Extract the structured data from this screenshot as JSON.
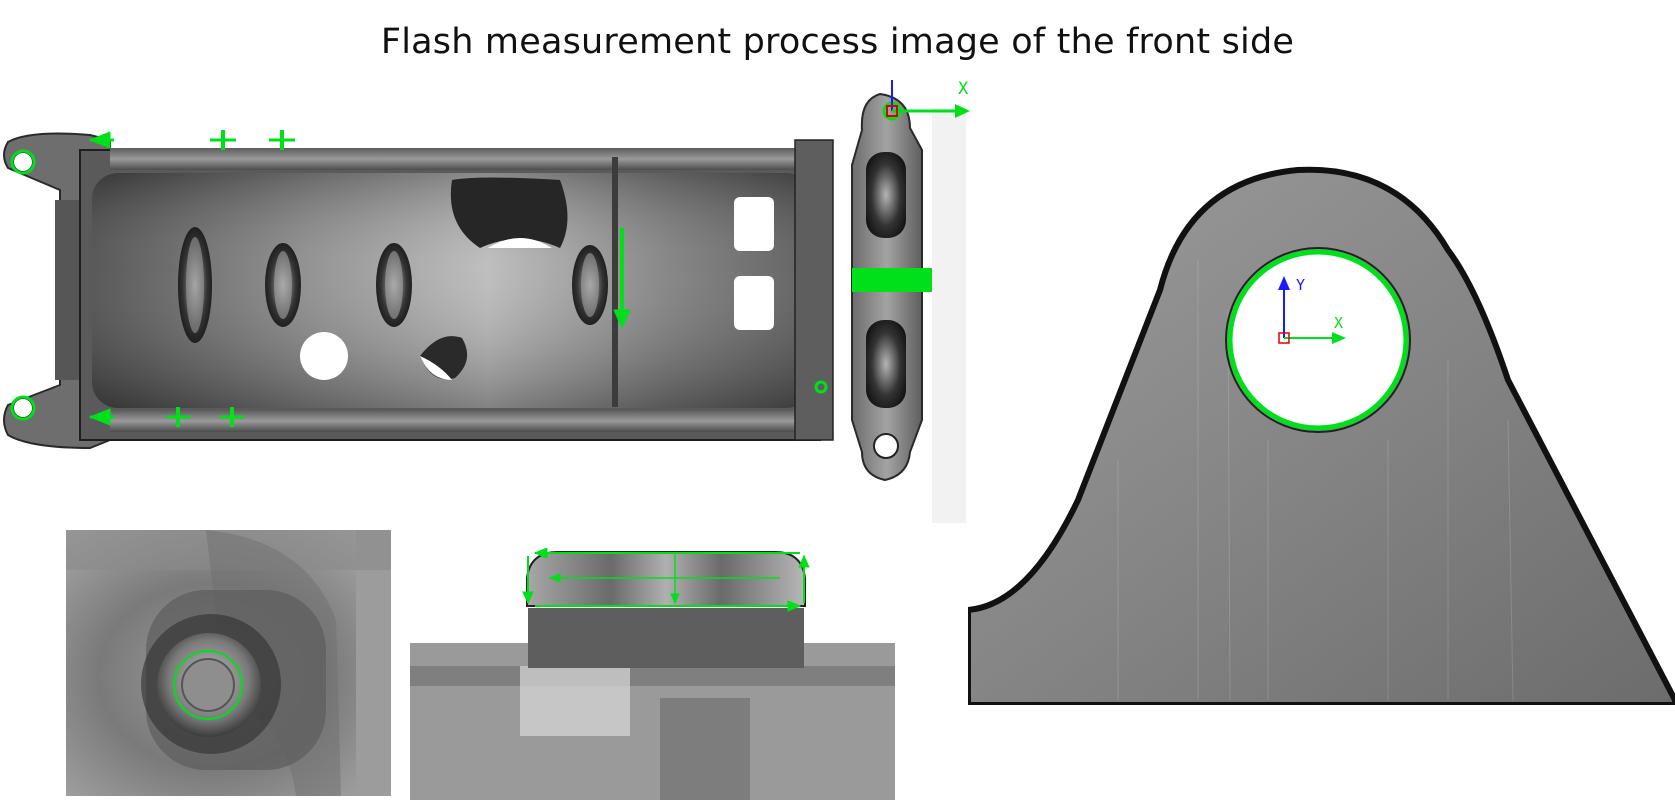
{
  "title": "Flash measurement process image of the front side",
  "panels": {
    "main": {
      "x_axis_label": "X"
    },
    "zoom": {
      "x_axis_label": "X",
      "y_axis_label": "Y"
    }
  },
  "colors": {
    "marker_green": "#00e01a",
    "axis_blue": "#1a1aff",
    "origin_red": "#e00000"
  }
}
